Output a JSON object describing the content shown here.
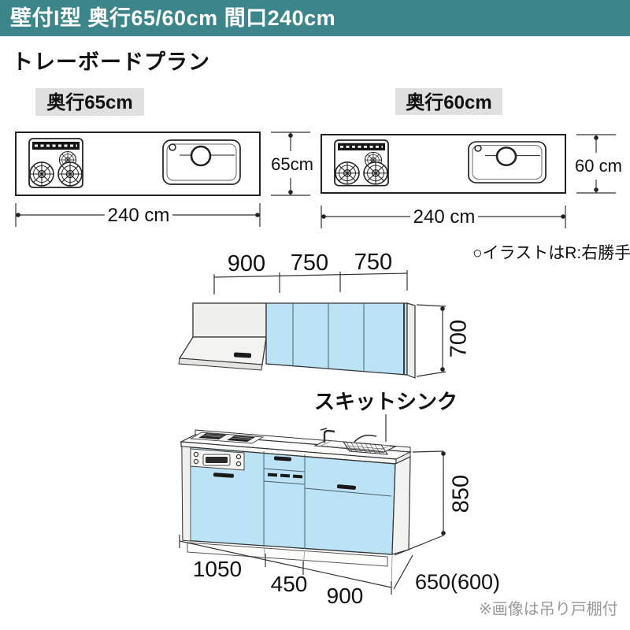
{
  "header": {
    "title": "壁付I型 奥行65/60cm 間口240cm"
  },
  "plan_title": "トレーボードプラン",
  "top_views": [
    {
      "label": "奥行65cm",
      "width_dim": "240 cm",
      "depth_dim": "65cm"
    },
    {
      "label": "奥行60cm",
      "width_dim": "240 cm",
      "depth_dim": "60 cm"
    }
  ],
  "note_illustration": "○イラストはR:右勝手",
  "wall_cabinet": {
    "dims": [
      "900",
      "750",
      "750"
    ],
    "height_dim": "700"
  },
  "sink_label": "スキットシンク",
  "base_cabinet": {
    "height_dim": "850",
    "bottom_dims": [
      "1050",
      "450",
      "900"
    ],
    "depth_dim": "650(600)"
  },
  "note_image": "※画像は吊り戸棚付",
  "colors": {
    "accent_teal": "#3C868B",
    "cabinet_blue": "#BCE2F6",
    "label_bg": "#E0E0E0"
  }
}
